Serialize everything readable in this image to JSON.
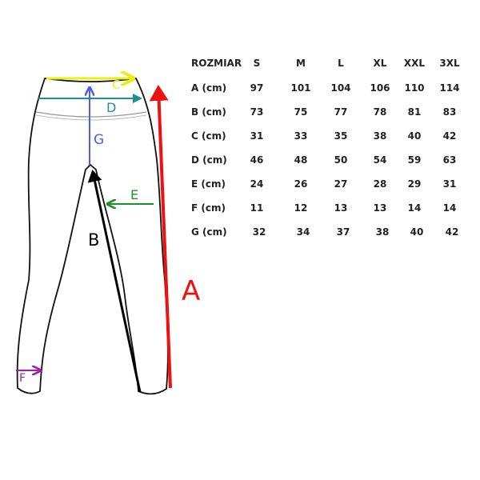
{
  "diagram": {
    "labels": {
      "A": "A",
      "B": "B",
      "C": "C",
      "D": "D",
      "E": "E",
      "F": "F",
      "G": "G"
    },
    "colors": {
      "A": "#ee1111",
      "B": "#000000",
      "C": "#e8ef1a",
      "D": "#1f8f8f",
      "E": "#1e8f2a",
      "F": "#a020a8",
      "G": "#4a5ef0"
    }
  },
  "table": {
    "header": [
      "ROZMIAR",
      "S",
      "M",
      "L",
      "XL",
      "XXL",
      "3XL"
    ],
    "rows": [
      {
        "label": "A (cm)",
        "values": [
          "97",
          "101",
          "104",
          "106",
          "110",
          "114"
        ]
      },
      {
        "label": "B (cm)",
        "values": [
          "73",
          "75",
          "77",
          "78",
          "81",
          "83"
        ]
      },
      {
        "label": "C (cm)",
        "values": [
          "31",
          "33",
          "35",
          "38",
          "40",
          "42"
        ]
      },
      {
        "label": "D (cm)",
        "values": [
          "46",
          "48",
          "50",
          "54",
          "59",
          "63"
        ]
      },
      {
        "label": "E (cm)",
        "values": [
          "24",
          "26",
          "27",
          "28",
          "29",
          "31"
        ]
      },
      {
        "label": "F (cm)",
        "values": [
          "11",
          "12",
          "13",
          "13",
          "14",
          "14"
        ]
      },
      {
        "label": "G (cm)",
        "values": [
          "32",
          "34",
          "37",
          "38",
          "40",
          "42"
        ]
      }
    ]
  }
}
